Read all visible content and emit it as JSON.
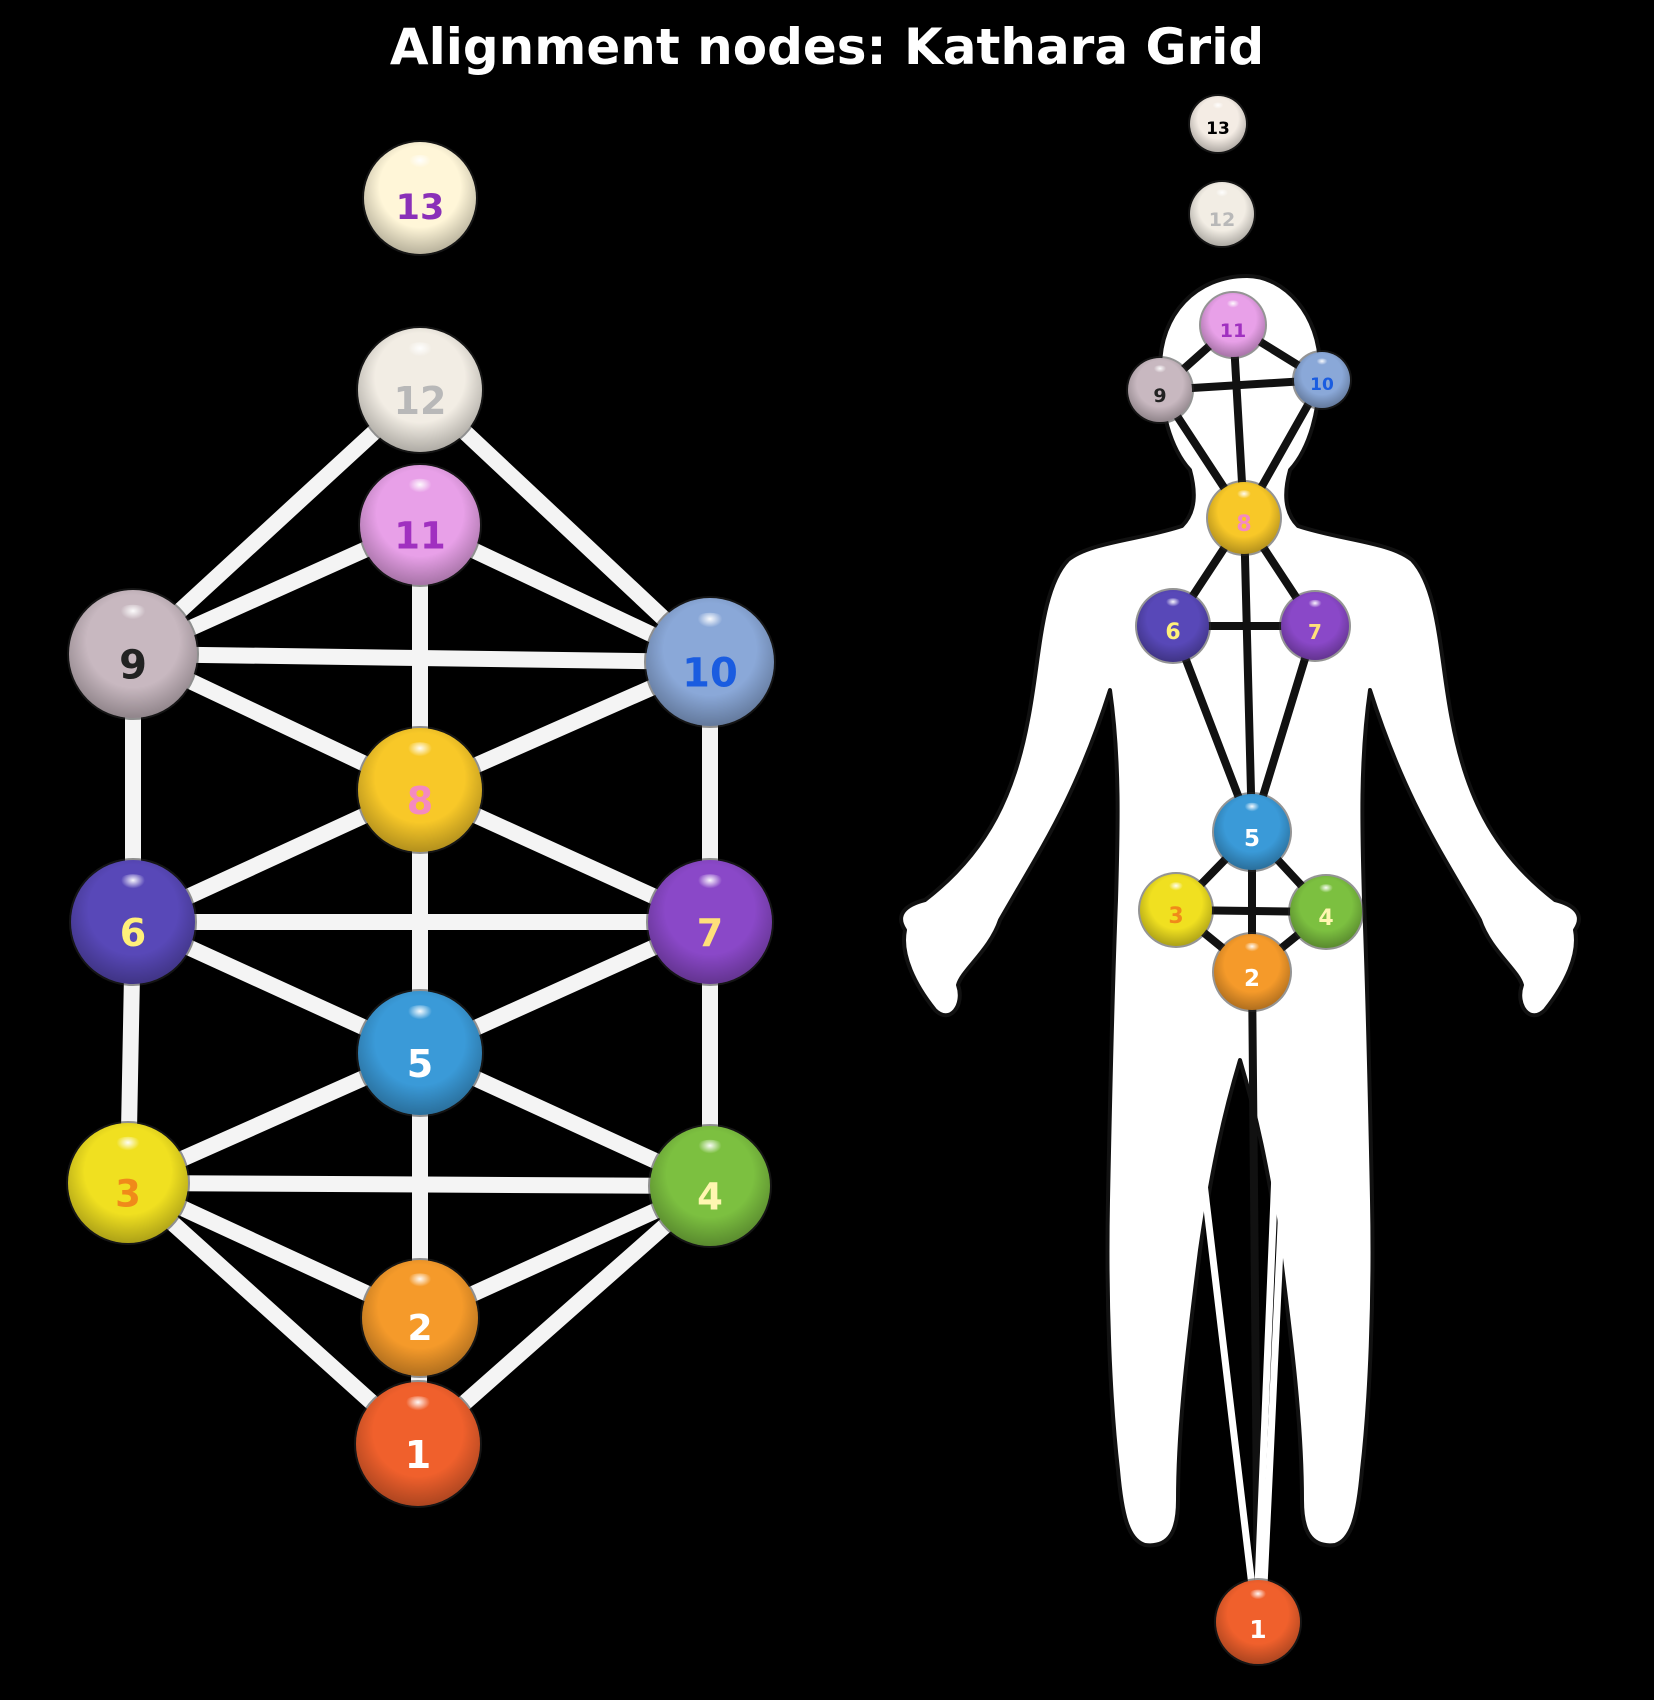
{
  "title": "Alignment nodes: Kathara Grid",
  "grid": {
    "nodes": [
      {
        "id": "1",
        "label": "1",
        "color": "#f0602c",
        "text_color": "#ffffff"
      },
      {
        "id": "2",
        "label": "2",
        "color": "#f59a2a",
        "text_color": "#ffffff"
      },
      {
        "id": "3",
        "label": "3",
        "color": "#f0e020",
        "text_color": "#f08a1a"
      },
      {
        "id": "4",
        "label": "4",
        "color": "#7cc040",
        "text_color": "#fff6b0"
      },
      {
        "id": "5",
        "label": "5",
        "color": "#3a9ad8",
        "text_color": "#ffffff"
      },
      {
        "id": "6",
        "label": "6",
        "color": "#5848b8",
        "text_color": "#fff07a"
      },
      {
        "id": "7",
        "label": "7",
        "color": "#8a48c8",
        "text_color": "#ffe07a"
      },
      {
        "id": "8",
        "label": "8",
        "color": "#f8c828",
        "text_color": "#f48ac0"
      },
      {
        "id": "9",
        "label": "9",
        "color": "#c8b8c0",
        "text_color": "#222222"
      },
      {
        "id": "10",
        "label": "10",
        "color": "#8aa8d8",
        "text_color": "#1a5ce0"
      },
      {
        "id": "11",
        "label": "11",
        "color": "#e8a0e8",
        "text_color": "#a030c0"
      },
      {
        "id": "12",
        "label": "12",
        "color": "#f2ede4",
        "text_color": "#b8b8b8"
      },
      {
        "id": "13",
        "label": "13",
        "color": "#fff6d8",
        "text_color": "#8a30b8"
      }
    ],
    "edges": [
      [
        "12",
        "9"
      ],
      [
        "12",
        "10"
      ],
      [
        "11",
        "9"
      ],
      [
        "11",
        "10"
      ],
      [
        "11",
        "8"
      ],
      [
        "9",
        "10"
      ],
      [
        "9",
        "8"
      ],
      [
        "10",
        "8"
      ],
      [
        "9",
        "6"
      ],
      [
        "10",
        "7"
      ],
      [
        "8",
        "6"
      ],
      [
        "8",
        "7"
      ],
      [
        "8",
        "5"
      ],
      [
        "6",
        "7"
      ],
      [
        "6",
        "5"
      ],
      [
        "7",
        "5"
      ],
      [
        "6",
        "3"
      ],
      [
        "7",
        "4"
      ],
      [
        "5",
        "3"
      ],
      [
        "5",
        "4"
      ],
      [
        "5",
        "2"
      ],
      [
        "3",
        "4"
      ],
      [
        "3",
        "2"
      ],
      [
        "4",
        "2"
      ],
      [
        "3",
        "1"
      ],
      [
        "4",
        "1"
      ],
      [
        "2",
        "1"
      ]
    ]
  },
  "body": {
    "nodes": [
      {
        "id": "1",
        "label": "1",
        "color": "#f0602c",
        "text_color": "#ffffff"
      },
      {
        "id": "2",
        "label": "2",
        "color": "#f59a2a",
        "text_color": "#ffffff"
      },
      {
        "id": "3",
        "label": "3",
        "color": "#f0e020",
        "text_color": "#f08a1a"
      },
      {
        "id": "4",
        "label": "4",
        "color": "#7cc040",
        "text_color": "#fff6b0"
      },
      {
        "id": "5",
        "label": "5",
        "color": "#3a9ad8",
        "text_color": "#ffffff"
      },
      {
        "id": "6",
        "label": "6",
        "color": "#5848b8",
        "text_color": "#fff07a"
      },
      {
        "id": "7",
        "label": "7",
        "color": "#8a48c8",
        "text_color": "#ffe07a"
      },
      {
        "id": "8",
        "label": "8",
        "color": "#f8c828",
        "text_color": "#f48ac0"
      },
      {
        "id": "9",
        "label": "9",
        "color": "#c8b8c0",
        "text_color": "#222222"
      },
      {
        "id": "10",
        "label": "10",
        "color": "#8aa8d8",
        "text_color": "#1a5ce0"
      },
      {
        "id": "11",
        "label": "11",
        "color": "#e8a0e8",
        "text_color": "#a030c0"
      },
      {
        "id": "12",
        "label": "12",
        "color": "#f2ede4",
        "text_color": "#b8b8b8"
      },
      {
        "id": "13",
        "label": "13",
        "color": "#f4ece4",
        "text_color": "#000000"
      }
    ],
    "edges": [
      [
        "11",
        "9"
      ],
      [
        "11",
        "10"
      ],
      [
        "9",
        "10"
      ],
      [
        "11",
        "8"
      ],
      [
        "9",
        "8"
      ],
      [
        "10",
        "8"
      ],
      [
        "8",
        "6"
      ],
      [
        "8",
        "7"
      ],
      [
        "6",
        "7"
      ],
      [
        "8",
        "5"
      ],
      [
        "6",
        "5"
      ],
      [
        "7",
        "5"
      ],
      [
        "5",
        "3"
      ],
      [
        "5",
        "4"
      ],
      [
        "3",
        "4"
      ],
      [
        "5",
        "2"
      ],
      [
        "3",
        "2"
      ],
      [
        "4",
        "2"
      ],
      [
        "2",
        "1"
      ]
    ]
  }
}
